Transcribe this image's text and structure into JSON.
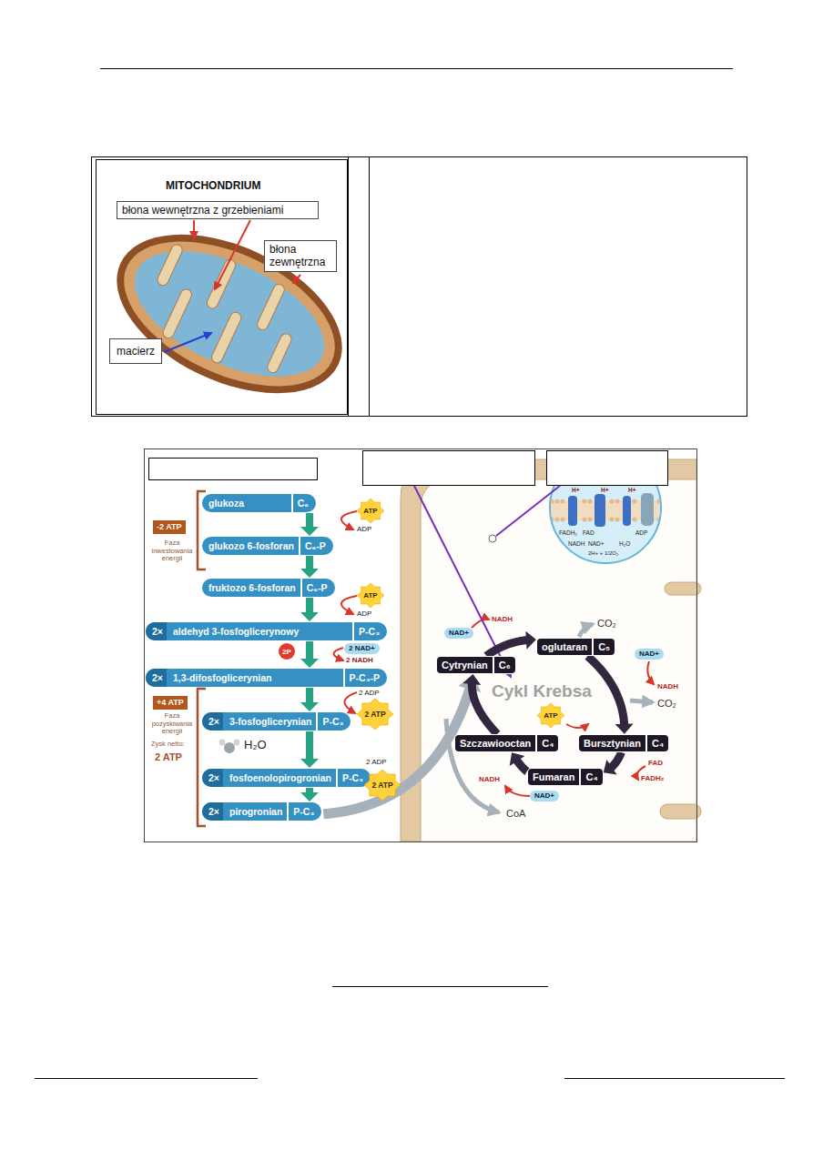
{
  "diagram": {
    "nodes": [
      {
        "text": [
          "błona wewnętrzna z grzebieniami"
        ]
      },
      {
        "text": [
          "błona zewnętrzna"
        ]
      },
      {
        "text": [
          "macierz"
        ]
      },
      {
        "text": [
          "glukoza",
          "C₆"
        ]
      },
      {
        "text": [
          "ATP"
        ]
      },
      {
        "text": [
          "glukozo 6-fosforan",
          "C₆-P"
        ]
      },
      {
        "text": [
          "fruktozo 6-fosforan",
          "C₆-P"
        ]
      },
      {
        "text": [
          "ATP"
        ]
      },
      {
        "text": [
          "-2 ATP"
        ]
      },
      {
        "text": [
          "2×",
          "aldehyd 3-fosfoglicerynowy",
          "P-C₃"
        ]
      },
      {
        "text": [
          "2P"
        ]
      },
      {
        "text": [
          "2 NAD+"
        ]
      },
      {
        "text": [
          "2×",
          "1,3-difosfoglicerynian",
          "P-C₃-P"
        ]
      },
      {
        "text": [
          "2 ATP"
        ]
      },
      {
        "text": [
          "+4 ATP"
        ]
      },
      {
        "text": [
          "2×",
          "3-fosfoglicerynian",
          "P-C₃"
        ]
      },
      {
        "text": [
          "2×",
          "fosfoenolopirogronian",
          "P-C₃"
        ]
      },
      {
        "text": [
          "2 ATP"
        ]
      },
      {
        "text": [
          "2×",
          "pirogronian",
          "P-C₃"
        ]
      },
      {
        "text": [
          "NAD+"
        ]
      },
      {
        "text": [
          "oglutaran",
          "C₅"
        ]
      },
      {
        "text": [
          "NAD+"
        ]
      },
      {
        "text": [
          "Cytrynian",
          "C₆"
        ]
      },
      {
        "text": [
          "ATP"
        ]
      },
      {
        "text": [
          "Szczawiooctan",
          "C₄"
        ]
      },
      {
        "text": [
          "Bursztynian",
          "C₄"
        ]
      },
      {
        "text": [
          "Fumaran",
          "C₄"
        ]
      },
      {
        "text": [
          "NAD+"
        ]
      }
    ],
    "edges": [
      {
        "from": 3,
        "to": 5,
        "arrow": "to"
      },
      {
        "from": 5,
        "to": 6,
        "arrow": "to"
      },
      {
        "from": 6,
        "to": 9,
        "arrow": "to"
      },
      {
        "from": 9,
        "to": 12,
        "arrow": "to"
      },
      {
        "from": 12,
        "to": 15,
        "arrow": "to"
      },
      {
        "from": 15,
        "to": 16,
        "arrow": "to"
      },
      {
        "from": 16,
        "to": 18,
        "arrow": "to"
      },
      {
        "from": 18,
        "to": 22,
        "arrow": "to"
      },
      {
        "from": 22,
        "to": 20,
        "arrow": "to"
      },
      {
        "from": 20,
        "to": 25,
        "arrow": "to"
      },
      {
        "from": 25,
        "to": 26,
        "arrow": "to"
      },
      {
        "from": 26,
        "to": 24,
        "arrow": "to"
      },
      {
        "from": 24,
        "to": 22,
        "arrow": "to"
      }
    ],
    "labels": [
      "MITOCHONDRIUM",
      "ADP",
      "ADP",
      "Faza inwestowania energii",
      "2 NADH",
      "2 ADP",
      "H₂O",
      "Faza pozyskiwania energii",
      "Zysk netto:",
      "2 ATP",
      "2 ADP",
      "NADH",
      "CO₂",
      "NADH",
      "CO₂",
      "FAD",
      "FADH₂",
      "NADH",
      "CoA",
      "Cykl Krebsa",
      "H+",
      "H+",
      "H+",
      "FADH₂",
      "FAD",
      "NADH",
      "NAD+",
      "H₂O",
      "ADP",
      "2H+ + 1/2O₂"
    ]
  }
}
